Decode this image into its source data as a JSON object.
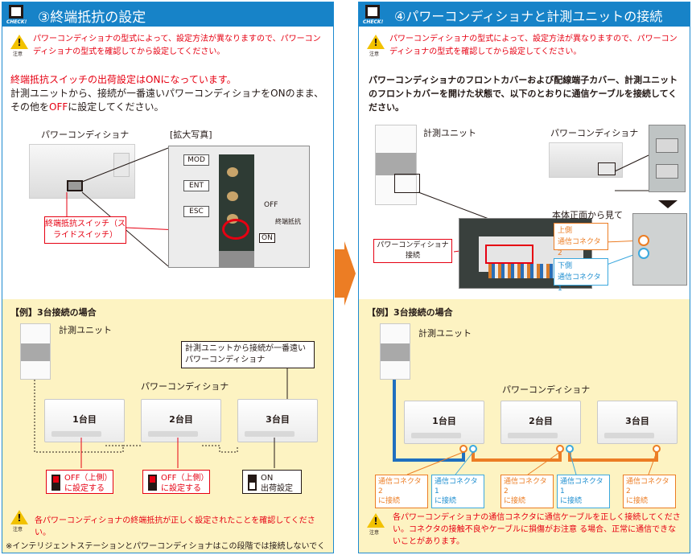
{
  "left": {
    "check_label": "CHECK!",
    "title": "③終端抵抗の設定",
    "caution_label": "注意",
    "caution_text": "パワーコンディショナの型式によって、設定方法が異なりますので、パワーコンディショナの型式を確認してから設定してください。",
    "shipping_note": "終端抵抗スイッチの出荷設定はONになっています。",
    "instr_pre": "計測ユニットから、接続が一番遠いパワーコンディショナをONのまま、その他を",
    "instr_off": "OFF",
    "instr_post": "に設定してください。",
    "photo_label": "パワーコンディショナ",
    "zoom_label": "[拡大写真]",
    "photo_buttons": [
      "MOD",
      "ENT",
      "ESC"
    ],
    "photo_off": "OFF",
    "photo_on": "ON",
    "photo_term": "終端抵抗",
    "callout": "終端抵抗スイッチ（スライドスイッチ）",
    "example_title": "【例】3台接続の場合",
    "unit_label": "計測ユニット",
    "pcs_label": "パワーコンディショナ",
    "far_callout": "計測ユニットから接続が一番遠いパワーコンディショナ",
    "devices": [
      "1台目",
      "2台目",
      "3台目"
    ],
    "switches": [
      {
        "line1": "OFF（上側）",
        "line2": "に設定する"
      },
      {
        "line1": "OFF（上側）",
        "line2": "に設定する"
      },
      {
        "line1": "ON",
        "line2": "出荷設定"
      }
    ],
    "bottom_caution": "各パワーコンディショナの終端抵抗が正しく設定されたことを確認してください。",
    "footnote": "※インテリジェントステーションとパワーコンディショナはこの段階では接続しないでください。"
  },
  "right": {
    "check_label": "CHECK!",
    "title": "④パワーコンディショナと計測ユニットの接続",
    "caution_label": "注意",
    "caution_text": "パワーコンディショナの型式によって、設定方法が異なりますので、パワーコンディショナの型式を確認してから設定してください。",
    "instr": "パワーコンディショナのフロントカバーおよび配線端子カバー、計測ユニットのフロントカバーを開けた状態で、以下のとおりに通信ケーブルを接続してください。",
    "unit_label": "計測ユニット",
    "pcs_label": "パワーコンディショナ",
    "front_label": "本体正面から見て",
    "upper_side": "上側",
    "upper_conn": "通信コネクタ2",
    "lower_side": "下側",
    "lower_conn": "通信コネクタ1",
    "pcs_connect": "パワーコンディショナ接続",
    "example_title": "【例】3台接続の場合",
    "unit_label2": "計測ユニット",
    "pcs_label2": "パワーコンディショナ",
    "devices": [
      "1台目",
      "2台目",
      "3台目"
    ],
    "connectors": [
      {
        "line1": "通信コネクタ2",
        "line2": "に接続"
      },
      {
        "line1": "通信コネクタ1",
        "line2": "に接続"
      },
      {
        "line1": "通信コネクタ2",
        "line2": "に接続"
      },
      {
        "line1": "通信コネクタ1",
        "line2": "に接続"
      },
      {
        "line1": "通信コネクタ2",
        "line2": "に接続"
      }
    ],
    "bottom_caution": "各パワーコンディショナの通信コネクタに通信ケーブルを正しく接続してください。コネクタの接触不良やケーブルに損傷がお注意 る場合、正常に通信できないことがあります。"
  },
  "colors": {
    "header": "#1783c8",
    "warning": "#e60012",
    "orange": "#ec7d24",
    "blue": "#1f6fbf",
    "yellow_bg": "#fdf3c2"
  }
}
